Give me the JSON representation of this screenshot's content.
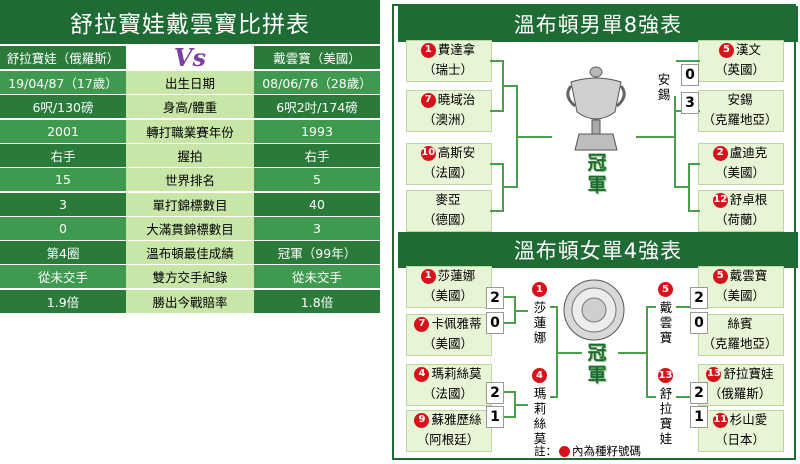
{
  "left": {
    "title": "舒拉寶娃戴雲寶比拼表",
    "vs": "Vs",
    "header": {
      "left": "舒拉寶娃（俄羅斯）",
      "right": "戴雲寶（美國）"
    },
    "rows": [
      {
        "label": "出生日期",
        "left": "19/04/87（17歲）",
        "right": "08/06/76（28歲）"
      },
      {
        "label": "身高/體重",
        "left": "6呎/130磅",
        "right": "6呎2吋/174磅"
      },
      {
        "label": "轉打職業賽年份",
        "left": "2001",
        "right": "1993"
      },
      {
        "label": "握拍",
        "left": "右手",
        "right": "右手"
      },
      {
        "label": "世界排名",
        "left": "15",
        "right": "5"
      },
      {
        "label": "單打錦標數目",
        "left": "3",
        "right": "40"
      },
      {
        "label": "大滿貫錦標數目",
        "left": "0",
        "right": "3"
      },
      {
        "label": "溫布頓最佳成績",
        "left": "第4圈",
        "right": "冠軍（99年）"
      },
      {
        "label": "雙方交手紀錄",
        "left": "從未交手",
        "right": "從未交手"
      },
      {
        "label": "勝出今戰賠率",
        "left": "1.9倍",
        "right": "1.8倍"
      }
    ]
  },
  "men": {
    "title": "溫布頓男單8強表",
    "players": [
      {
        "seed": "1",
        "name": "費達拿",
        "country": "（瑞士）"
      },
      {
        "seed": "7",
        "name": "曉域治",
        "country": "（澳洲）"
      },
      {
        "seed": "10",
        "name": "高斯安",
        "country": "（法國）"
      },
      {
        "seed": "",
        "name": "麥亞",
        "country": "（德國）"
      },
      {
        "seed": "5",
        "name": "漢文",
        "country": "（英國）"
      },
      {
        "seed": "",
        "name": "安錫",
        "country": "（克羅地亞）"
      },
      {
        "seed": "2",
        "name": "盧迪克",
        "country": "（美國）"
      },
      {
        "seed": "12",
        "name": "舒卓根",
        "country": "（荷蘭）"
      }
    ],
    "winner_label": "安錫",
    "scores": {
      "top": "0",
      "bottom": "3"
    },
    "champion": "冠軍"
  },
  "women": {
    "title": "溫布頓女單4強表",
    "players": [
      {
        "seed": "1",
        "name": "莎蓮娜",
        "country": "（美國）"
      },
      {
        "seed": "7",
        "name": "卡佩雅蒂",
        "country": "（美國）"
      },
      {
        "seed": "4",
        "name": "瑪莉絲莫",
        "country": "（法國）"
      },
      {
        "seed": "9",
        "name": "蘇雅歷絲",
        "country": "（阿根廷）"
      },
      {
        "seed": "5",
        "name": "戴雲寶",
        "country": "（美國）"
      },
      {
        "seed": "",
        "name": "絲賓",
        "country": "（克羅地亞）"
      },
      {
        "seed": "13",
        "name": "舒拉寶娃",
        "country": "（俄羅斯）"
      },
      {
        "seed": "11",
        "name": "杉山愛",
        "country": "（日本）"
      }
    ],
    "scores": [
      {
        "top": "2",
        "bottom": "0"
      },
      {
        "top": "2",
        "bottom": "1"
      },
      {
        "top": "2",
        "bottom": "0"
      },
      {
        "top": "2",
        "bottom": "1"
      }
    ],
    "finalists": [
      {
        "seed": "1",
        "name": "莎蓮娜"
      },
      {
        "seed": "4",
        "name": "瑪莉絲莫"
      },
      {
        "seed": "5",
        "name": "戴雲寶"
      },
      {
        "seed": "13",
        "name": "舒拉寶娃"
      }
    ],
    "champion": "冠軍"
  },
  "note": {
    "prefix": "註：",
    "suffix": "內為種籽號碼"
  },
  "colors": {
    "dark_green": "#1e6b34",
    "mid_green": "#2a7a3a",
    "light_green": "#c8e6a8",
    "seed_red": "#d8121b",
    "vs_purple": "#7b3fa0"
  },
  "chart_data": {
    "type": "table",
    "title": "舒拉寶娃戴雲寶比拼表",
    "columns": [
      "舒拉寶娃（俄羅斯）",
      "",
      "戴雲寶（美國）"
    ],
    "rows": [
      [
        "19/04/87（17歲）",
        "出生日期",
        "08/06/76（28歲）"
      ],
      [
        "6呎/130磅",
        "身高/體重",
        "6呎2吋/174磅"
      ],
      [
        "2001",
        "轉打職業賽年份",
        "1993"
      ],
      [
        "右手",
        "握拍",
        "右手"
      ],
      [
        "15",
        "世界排名",
        "5"
      ],
      [
        "3",
        "單打錦標數目",
        "40"
      ],
      [
        "0",
        "大滿貫錦標數目",
        "3"
      ],
      [
        "第4圈",
        "溫布頓最佳成績",
        "冠軍（99年）"
      ],
      [
        "從未交手",
        "雙方交手紀錄",
        "從未交手"
      ],
      [
        "1.9倍",
        "勝出今戰賠率",
        "1.8倍"
      ]
    ]
  }
}
